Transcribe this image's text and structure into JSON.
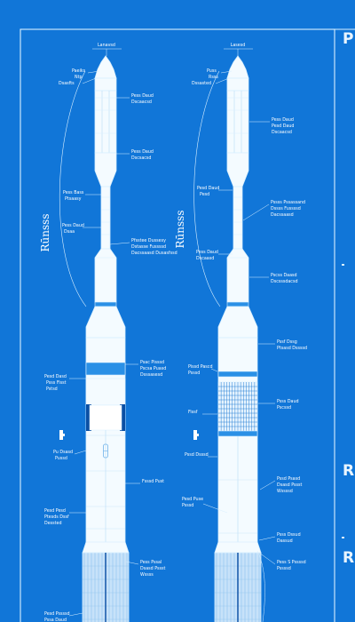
{
  "palette": {
    "background": "#1176d8",
    "line": "#d8efff",
    "ink": "#ffffff",
    "hull": "#f4fbff",
    "band": "#2a90e6",
    "dark": "#0b4fa3"
  },
  "left_rocket": {
    "side_label": "Rūnsss",
    "callouts": {
      "top": "Lanavsd",
      "nose_1": "Paeiks",
      "nose_2": "Ntp",
      "nose_3": "Dsasfts",
      "upper_1a": "Pess Daud",
      "upper_1b": "Dscaacsd",
      "upper_2a": "Pess Daud",
      "upper_2b": "Dscsacsd",
      "mid_1a": "Pess Bass",
      "mid_1b": "Ptsaasy",
      "mid_2a": "Pfsstee Dussesy",
      "mid_2b": "Dstasse Fussssd",
      "mid_2c": "Dacssaasd Dusasfssd",
      "mid_3a": "Pess Daud",
      "mid_3b": "Dsaa",
      "band_1a": "Psac Pisssd",
      "band_1b": "Pscsa Puasd",
      "band_1c": "Dsssasesd",
      "left_1a": "Pesd Dasd",
      "left_1b": "Psss Fisst",
      "left_1c": "Pstsd",
      "left_2a": "Pu Dsasd",
      "left_2b": "Pussd",
      "right_mid": "Fsssd Pust",
      "lower_left_a": "Pesd Pesd",
      "lower_left_b": "Ptesds Dssf",
      "lower_left_c": "Dessted",
      "base_right_a": "Pess Pssal",
      "base_right_b": "Dsasd Pssst",
      "base_right_c": "Wssss",
      "base_left_a": "Pesd Pssssd",
      "base_left_b": "Pssa Daud"
    }
  },
  "right_rocket": {
    "side_label": "Rūnsss",
    "callouts": {
      "top": "Lasesd",
      "nose_1": "Puss",
      "nose_2": "Rsss",
      "nose_3": "Dssasted",
      "upper_1a": "Pess Daud",
      "upper_1b": "Pesd Daud",
      "upper_1c": "Dscaacsd",
      "mid_1a": "Pesd Daud",
      "mid_1b": "Pesd",
      "mid_2a": "Pssss Pssassand",
      "mid_2b": "Dssss Fussssd",
      "mid_2c": "Dacssaasd",
      "mid_3a": "Pess Daud",
      "mid_3b": "Dscaasd",
      "mid_4a": "Pscss Daasd",
      "mid_4b": "Dscsssdacsd",
      "band_1a": "Pssf Dssg",
      "band_1b": "Ptsasd Dssssd",
      "left_1a": "Pissd Pascd",
      "left_1b": "Psssd",
      "grid_right_a": "Psss Daud",
      "grid_right_b": "Pscssd",
      "left_2": "Fissf",
      "left_3": "Pssd Dsssd",
      "low_1a": "Pssd Psasd",
      "low_1b": "Dsasd Pssst",
      "low_1c": "Wssssd",
      "low_left_a": "Pesd Puse",
      "low_left_b": "Psssd",
      "base_1a": "Psss Dssud",
      "base_1b": "Dassud",
      "base_2a": "Pess S Pssssd",
      "base_2b": "Pssssd"
    }
  },
  "right_panel": {
    "letter_top": "P",
    "letter_mid": "R",
    "letter_low": "R"
  }
}
